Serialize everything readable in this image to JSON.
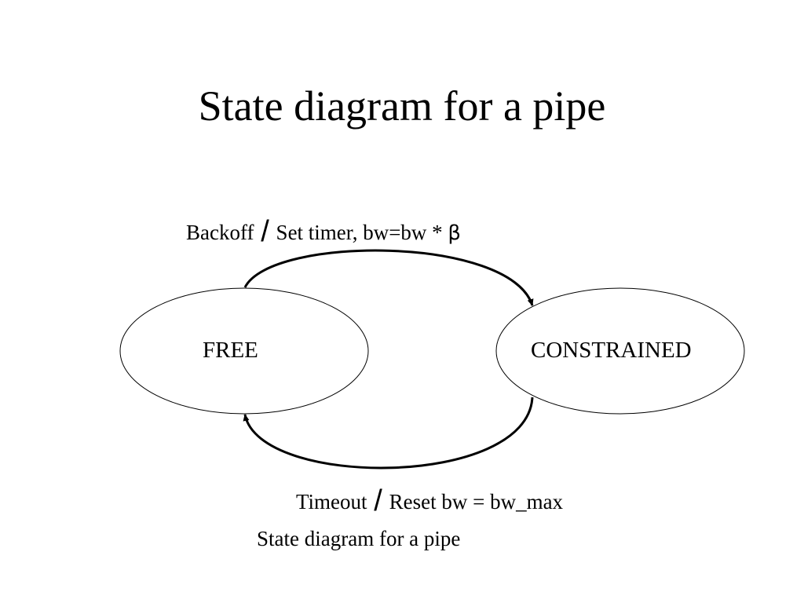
{
  "slide": {
    "title": "State diagram for a pipe",
    "caption": "State diagram for a pipe"
  },
  "states": {
    "free": "FREE",
    "constrained": "CONSTRAINED"
  },
  "transitions": {
    "backoff": {
      "event": "Backoff",
      "separator": "/",
      "action": "Set timer, bw=bw * ",
      "symbol": "β"
    },
    "timeout": {
      "event": "Timeout",
      "separator": "/",
      "action": "Reset bw = bw_max"
    }
  }
}
